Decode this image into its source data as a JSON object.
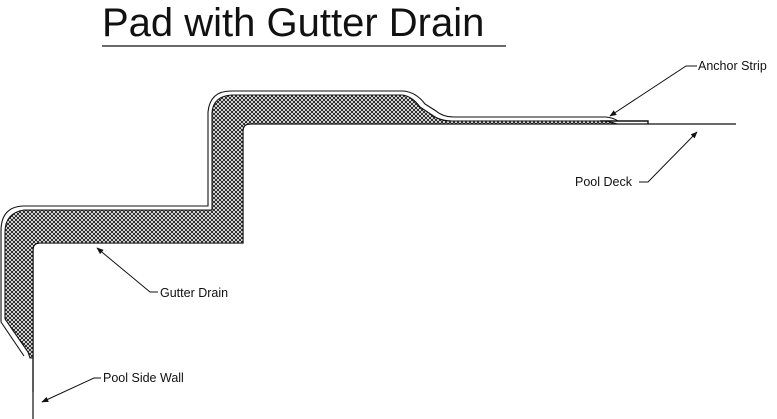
{
  "title": "Pad with Gutter Drain",
  "labels": {
    "anchor_strip": "Anchor Strip",
    "pool_deck": "Pool Deck",
    "gutter_drain": "Gutter Drain",
    "pool_side_wall": "Pool Side Wall"
  },
  "colors": {
    "line": "#111111",
    "background": "#ffffff",
    "hatch": "#111111"
  }
}
